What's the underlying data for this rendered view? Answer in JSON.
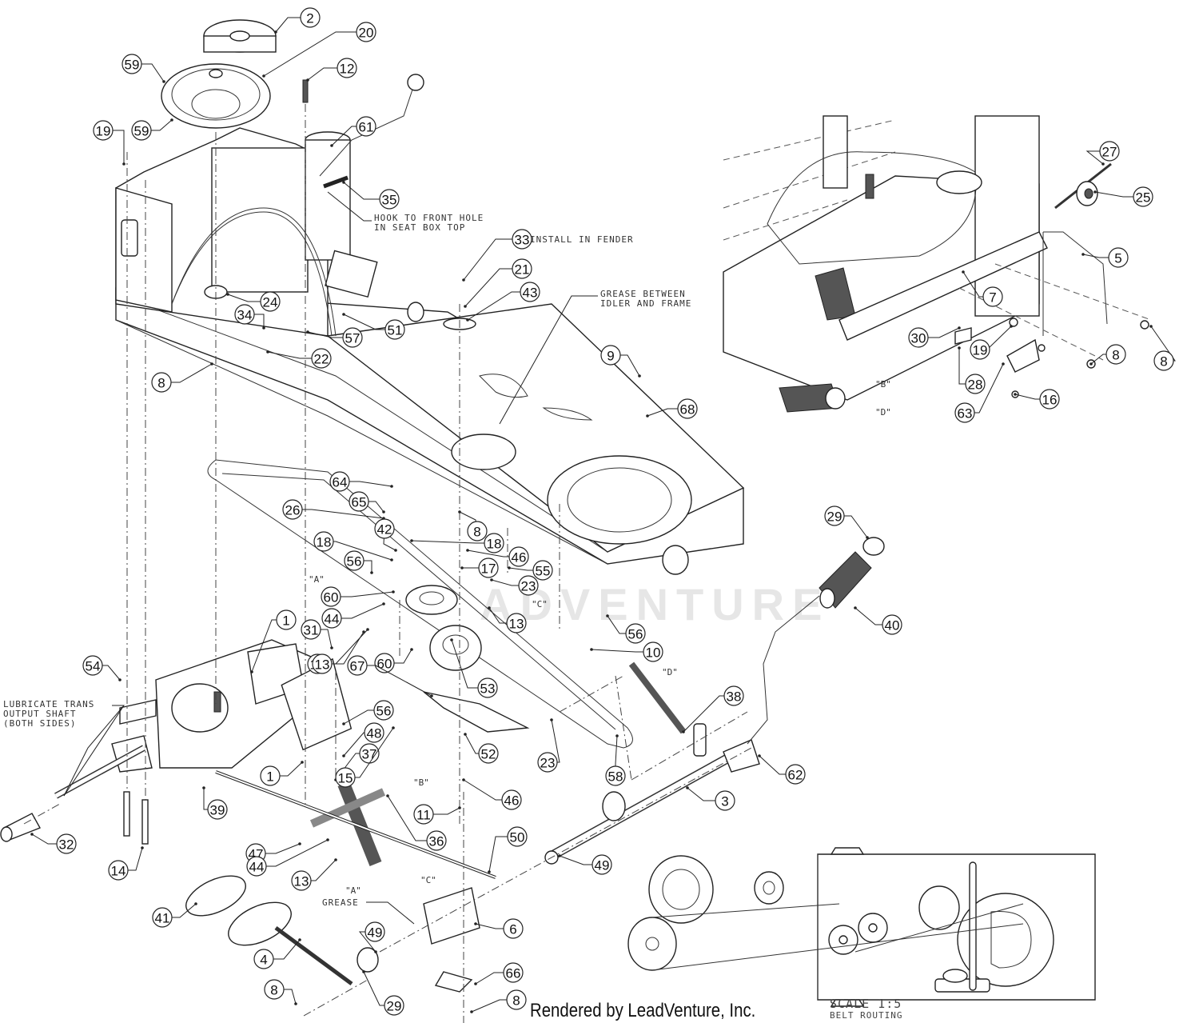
{
  "diagram": {
    "title": "Drive System Exploded Parts Diagram",
    "watermark": "ADVENTURE",
    "credit": "Rendered by LeadVenture, Inc.",
    "belt_routing": {
      "scale_label": "SCALE 1:5",
      "caption": "BELT ROUTING"
    },
    "notes": [
      {
        "id": "hook-note",
        "lines": [
          "HOOK TO FRONT HOLE",
          "IN SEAT BOX TOP"
        ]
      },
      {
        "id": "fender-note",
        "lines": [
          "INSTALL IN FENDER"
        ]
      },
      {
        "id": "grease-idler-note",
        "lines": [
          "GREASE BETWEEN",
          "IDLER AND FRAME"
        ]
      },
      {
        "id": "lubricate-note",
        "lines": [
          "LUBRICATE TRANS",
          "OUTPUT SHAFT",
          "(BOTH SIDES)"
        ]
      },
      {
        "id": "grease-note",
        "lines": [
          "GREASE"
        ]
      }
    ],
    "reference_marks": [
      "\"A\"",
      "\"A\"",
      "\"B\"",
      "\"B\"",
      "\"C\"",
      "\"C\"",
      "\"D\"",
      "\"D\""
    ],
    "callouts": [
      {
        "num": "2"
      },
      {
        "num": "20"
      },
      {
        "num": "59"
      },
      {
        "num": "12"
      },
      {
        "num": "19"
      },
      {
        "num": "59"
      },
      {
        "num": "61"
      },
      {
        "num": "35"
      },
      {
        "num": "33"
      },
      {
        "num": "21"
      },
      {
        "num": "43"
      },
      {
        "num": "24"
      },
      {
        "num": "34"
      },
      {
        "num": "51"
      },
      {
        "num": "57"
      },
      {
        "num": "22"
      },
      {
        "num": "8"
      },
      {
        "num": "9"
      },
      {
        "num": "68"
      },
      {
        "num": "64"
      },
      {
        "num": "65"
      },
      {
        "num": "26"
      },
      {
        "num": "42"
      },
      {
        "num": "8"
      },
      {
        "num": "18"
      },
      {
        "num": "18"
      },
      {
        "num": "46"
      },
      {
        "num": "56"
      },
      {
        "num": "17"
      },
      {
        "num": "55"
      },
      {
        "num": "23"
      },
      {
        "num": "60"
      },
      {
        "num": "44"
      },
      {
        "num": "13"
      },
      {
        "num": "1"
      },
      {
        "num": "31"
      },
      {
        "num": "56"
      },
      {
        "num": "10"
      },
      {
        "num": "13"
      },
      {
        "num": "60"
      },
      {
        "num": "54"
      },
      {
        "num": "13"
      },
      {
        "num": "67"
      },
      {
        "num": "53"
      },
      {
        "num": "38"
      },
      {
        "num": "56"
      },
      {
        "num": "48"
      },
      {
        "num": "37"
      },
      {
        "num": "1"
      },
      {
        "num": "15"
      },
      {
        "num": "52"
      },
      {
        "num": "23"
      },
      {
        "num": "58"
      },
      {
        "num": "62"
      },
      {
        "num": "39"
      },
      {
        "num": "11"
      },
      {
        "num": "46"
      },
      {
        "num": "3"
      },
      {
        "num": "32"
      },
      {
        "num": "36"
      },
      {
        "num": "47"
      },
      {
        "num": "50"
      },
      {
        "num": "14"
      },
      {
        "num": "44"
      },
      {
        "num": "49"
      },
      {
        "num": "13"
      },
      {
        "num": "6"
      },
      {
        "num": "41"
      },
      {
        "num": "49"
      },
      {
        "num": "4"
      },
      {
        "num": "66"
      },
      {
        "num": "8"
      },
      {
        "num": "29"
      },
      {
        "num": "8"
      },
      {
        "num": "29"
      },
      {
        "num": "40"
      },
      {
        "num": "27"
      },
      {
        "num": "25"
      },
      {
        "num": "5"
      },
      {
        "num": "7"
      },
      {
        "num": "30"
      },
      {
        "num": "19"
      },
      {
        "num": "8"
      },
      {
        "num": "8"
      },
      {
        "num": "28"
      },
      {
        "num": "16"
      },
      {
        "num": "63"
      }
    ]
  }
}
